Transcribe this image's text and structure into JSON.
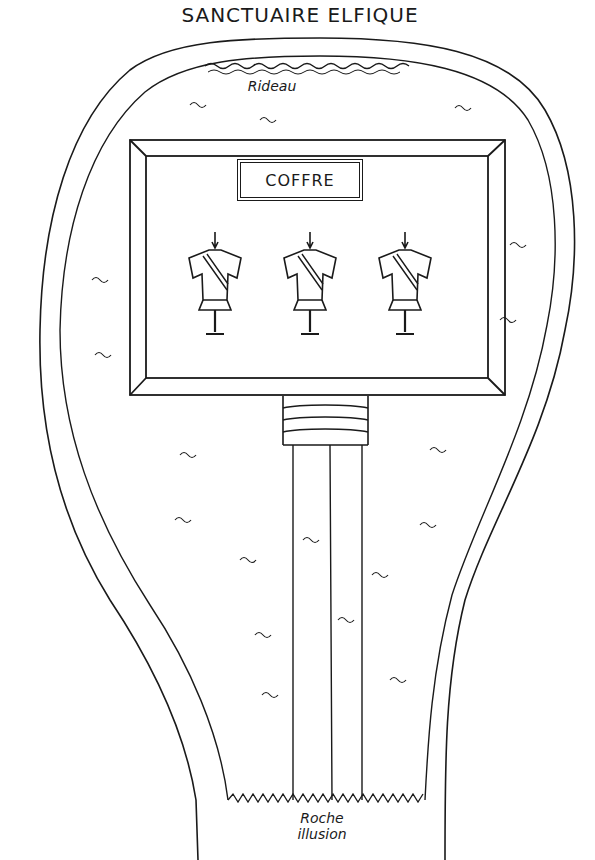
{
  "diagram": {
    "title": "SANCTUAIRE ELFIQUE",
    "nodes": [
      {
        "text": [
          "COFFRE"
        ]
      }
    ],
    "labels": [
      "Rideau",
      "Roche illusion"
    ]
  }
}
